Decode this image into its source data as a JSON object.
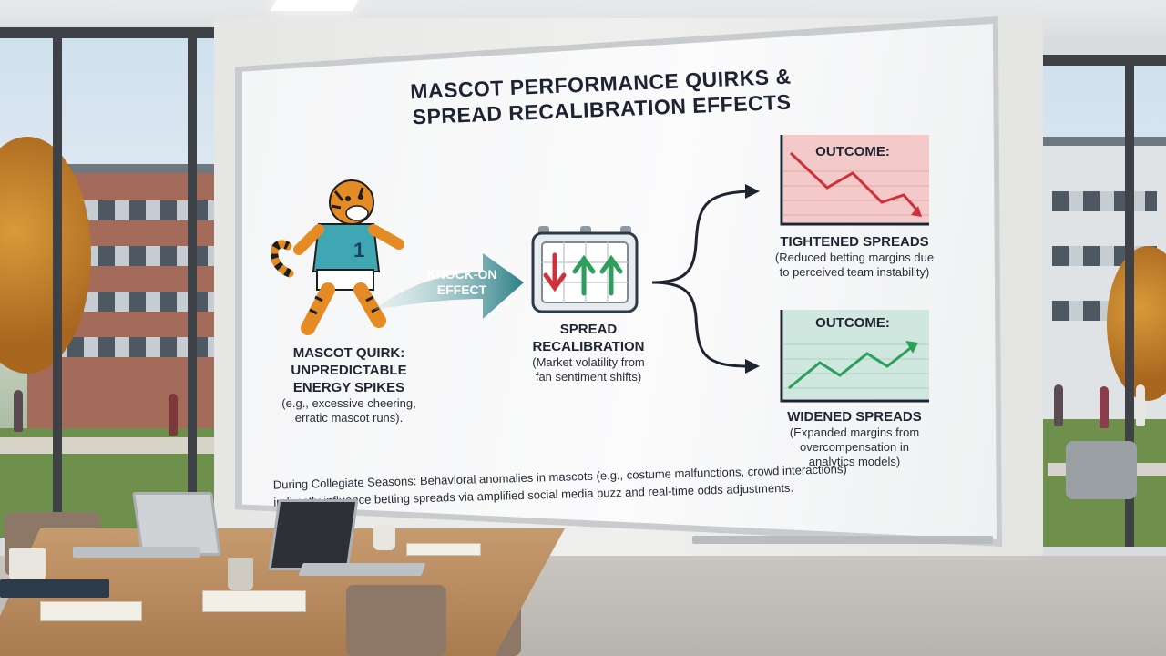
{
  "board": {
    "title_line1": "MASCOT PERFORMANCE QUIRKS &",
    "title_line2": "SPREAD RECALIBRATION EFFECTS",
    "mascot": {
      "heading_line1": "MASCOT QUIRK:",
      "heading_line2": "UNPREDICTABLE",
      "heading_line3": "ENERGY SPIKES",
      "detail_line1": "(e.g., excessive cheering,",
      "detail_line2": "erratic mascot runs)."
    },
    "arrow": {
      "line1": "KNOCK-ON",
      "line2": "EFFECT"
    },
    "spread": {
      "heading_line1": "SPREAD",
      "heading_line2": "RECALIBRATION",
      "detail_line1": "(Market volatility from",
      "detail_line2": "fan sentiment shifts)"
    },
    "outcome_top": {
      "chart_label": "OUTCOME:",
      "heading": "TIGHTENED SPREADS",
      "detail_line1": "(Reduced betting margins due",
      "detail_line2": "to perceived team instability)"
    },
    "outcome_bottom": {
      "chart_label": "OUTCOME:",
      "heading": "WIDENED SPREADS",
      "detail_line1": "(Expanded margins from",
      "detail_line2": "overcompensation in",
      "detail_line3": "analytics models)"
    },
    "footer_line1": "During Collegiate Seasons: Behavioral anomalies in mascots (e.g., costume malfunctions, crowd interactions)",
    "footer_line2": "indirectly influence betting spreads via amplified social media buzz and real-time odds adjustments."
  },
  "colors": {
    "accent_teal": "#2b7f86",
    "down_red": "#d0303a",
    "up_green": "#2e9e5c",
    "outcome_top_bg": "#f3c9c9",
    "outcome_bottom_bg": "#cfe7de"
  }
}
